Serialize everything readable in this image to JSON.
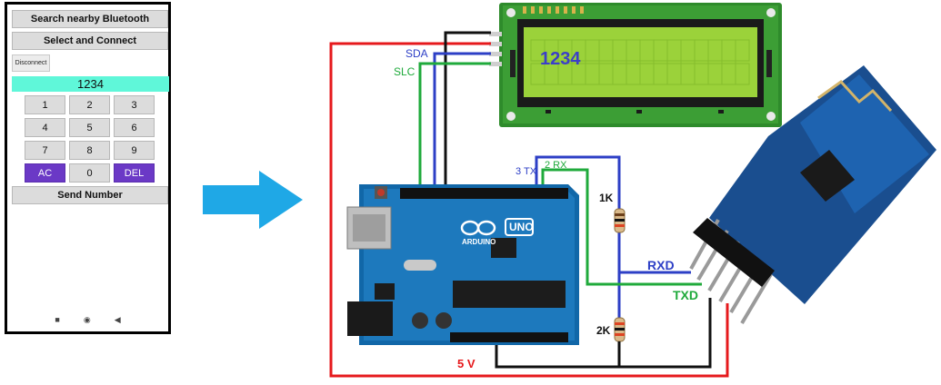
{
  "phone": {
    "search_button": "Search nearby Bluetooth",
    "connect_button": "Select and Connect",
    "disconnect_button": "Disconnect",
    "display_value": "1234",
    "keys": [
      "1",
      "2",
      "3",
      "4",
      "5",
      "6",
      "7",
      "8",
      "9",
      "AC",
      "0",
      "DEL"
    ],
    "send_button": "Send Number",
    "nav": {
      "square": "■",
      "circle": "◉",
      "back": "◀"
    }
  },
  "lcd": {
    "text": "1234"
  },
  "wiring": {
    "sda": "SDA",
    "slc": "SLC",
    "tx": "3 TX",
    "rx": "2 RX",
    "r1": "1K",
    "r2": "2K",
    "rxd": "RXD",
    "txd": "TXD",
    "v5": "5 V"
  },
  "arduino": {
    "brand": "ARDUINO",
    "model": "UNO"
  },
  "colors": {
    "wire_red": "#e6191c",
    "wire_black": "#111111",
    "wire_blue": "#2d3fc6",
    "wire_green": "#1faa3b",
    "arrow": "#1fa8e6",
    "lcd_green": "#8fbf2a",
    "board_blue": "#1167a8"
  }
}
